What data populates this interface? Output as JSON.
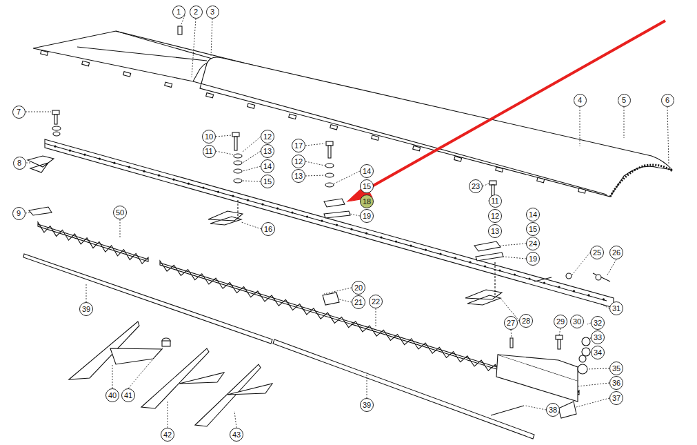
{
  "diagram": {
    "nodes": [
      {
        "text": [
          "1"
        ]
      },
      {
        "text": [
          "2"
        ]
      },
      {
        "text": [
          "3"
        ]
      },
      {
        "text": [
          "4"
        ]
      },
      {
        "text": [
          "5"
        ]
      },
      {
        "text": [
          "6"
        ]
      },
      {
        "text": [
          "7"
        ]
      },
      {
        "text": [
          "10"
        ]
      },
      {
        "text": [
          "12"
        ]
      },
      {
        "text": [
          "17"
        ]
      },
      {
        "text": [
          "11"
        ]
      },
      {
        "text": [
          "13"
        ]
      },
      {
        "text": [
          "12"
        ]
      },
      {
        "text": [
          "8"
        ]
      },
      {
        "text": [
          "14"
        ]
      },
      {
        "text": [
          "14"
        ]
      },
      {
        "text": [
          "13"
        ]
      },
      {
        "text": [
          "15"
        ]
      },
      {
        "text": [
          "23"
        ]
      },
      {
        "text": [
          "15"
        ]
      },
      {
        "text": [
          "11"
        ]
      },
      {
        "text": [
          "18"
        ]
      },
      {
        "text": [
          "9"
        ]
      },
      {
        "text": [
          "50"
        ]
      },
      {
        "text": [
          "14"
        ]
      },
      {
        "text": [
          "12"
        ]
      },
      {
        "text": [
          "19"
        ]
      },
      {
        "text": [
          "16"
        ]
      },
      {
        "text": [
          "15"
        ]
      },
      {
        "text": [
          "13"
        ]
      },
      {
        "text": [
          "24"
        ]
      },
      {
        "text": [
          "25"
        ]
      },
      {
        "text": [
          "26"
        ]
      },
      {
        "text": [
          "19"
        ]
      },
      {
        "text": [
          "20"
        ]
      },
      {
        "text": [
          "22"
        ]
      },
      {
        "text": [
          "21"
        ]
      },
      {
        "text": [
          "31"
        ]
      },
      {
        "text": [
          "39"
        ]
      },
      {
        "text": [
          "29"
        ]
      },
      {
        "text": [
          "30"
        ]
      },
      {
        "text": [
          "28"
        ]
      },
      {
        "text": [
          "27"
        ]
      },
      {
        "text": [
          "32"
        ]
      },
      {
        "text": [
          "33"
        ]
      },
      {
        "text": [
          "34"
        ]
      },
      {
        "text": [
          "35"
        ]
      },
      {
        "text": [
          "36"
        ]
      },
      {
        "text": [
          "40"
        ]
      },
      {
        "text": [
          "41"
        ]
      },
      {
        "text": [
          "37"
        ]
      },
      {
        "text": [
          "39"
        ]
      },
      {
        "text": [
          "38"
        ]
      },
      {
        "text": [
          "42"
        ]
      },
      {
        "text": [
          "43"
        ]
      }
    ]
  }
}
